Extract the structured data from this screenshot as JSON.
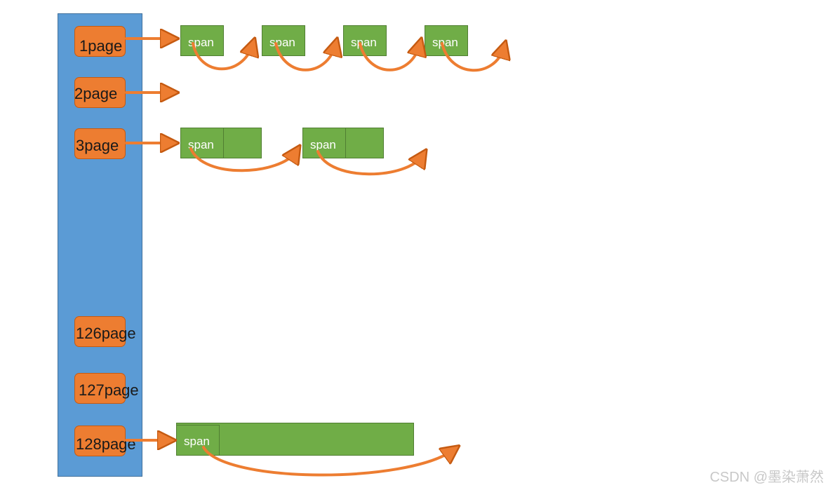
{
  "page_lists": [
    {
      "label": "1page",
      "spans": [
        "span",
        "span",
        "span",
        "span"
      ]
    },
    {
      "label": "2page",
      "spans": []
    },
    {
      "label": "3page",
      "spans": [
        "span",
        "span"
      ]
    },
    {
      "label": "126page",
      "spans": []
    },
    {
      "label": "127page",
      "spans": []
    },
    {
      "label": "128page",
      "spans": [
        "span"
      ]
    }
  ],
  "watermark": "CSDN @墨染萧然",
  "colors": {
    "column": "#5b9bd5",
    "page": "#ed7d31",
    "span": "#70ad47",
    "arrow": "#ed7d31"
  }
}
